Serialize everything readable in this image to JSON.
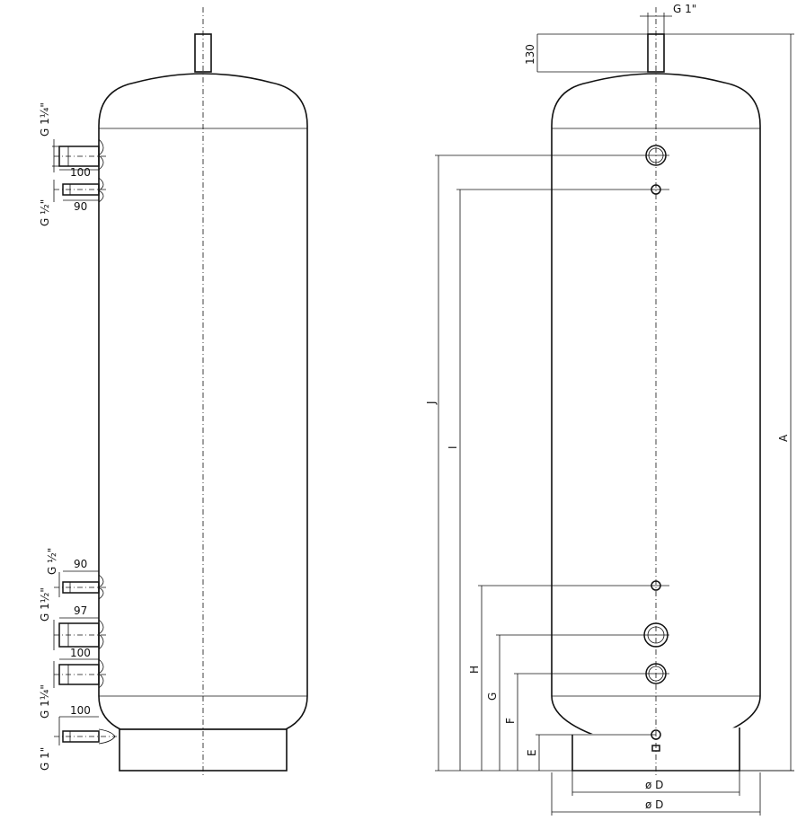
{
  "left_view": {
    "nozzles": [
      {
        "thread": "G 1¼\"",
        "length": "100"
      },
      {
        "thread": "G ½\"",
        "length": "90"
      },
      {
        "thread": "G ½\"",
        "length": "90"
      },
      {
        "thread": "G 1½\"",
        "length": "97"
      },
      {
        "thread": "G 1¼\"",
        "length": "100"
      },
      {
        "thread": "G 1\"",
        "length": "100"
      }
    ]
  },
  "right_view": {
    "top_connection": {
      "thread": "G 1\"",
      "height": "130"
    },
    "dimensions": {
      "A": "A",
      "J": "J",
      "I": "I",
      "H": "H",
      "G": "G",
      "F": "F",
      "E": "E",
      "D_inner": "ø D",
      "D_outer": "ø D"
    }
  }
}
